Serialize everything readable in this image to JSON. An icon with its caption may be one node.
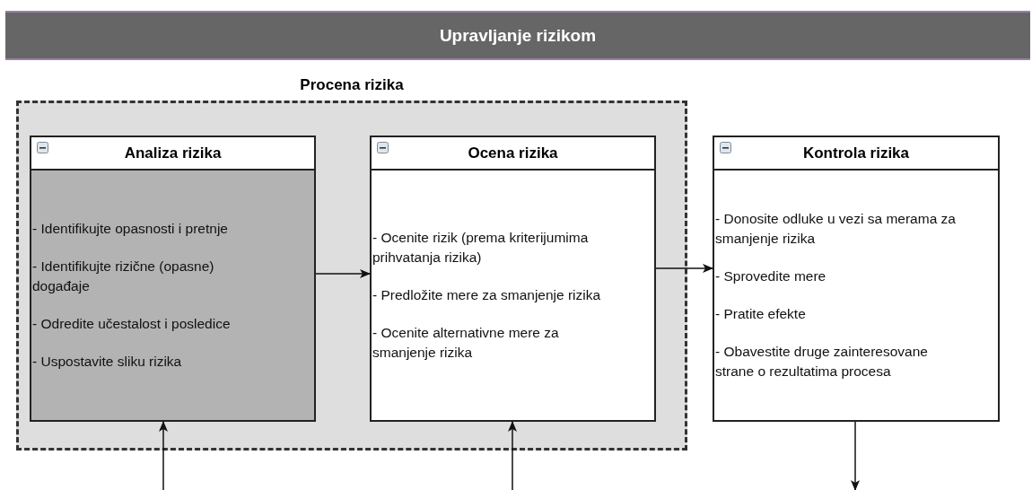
{
  "diagram": {
    "nodes": [
      {
        "text": [
          "Upravljanje rizikom"
        ]
      },
      {
        "text": [
          "Procena rizika"
        ]
      },
      {
        "text": [
          "Analiza rizika",
          "- Identifikujte opasnosti i pretnje",
          "- Identifikujte rizične (opasne) događaje",
          "- Odredite učestalost i posledice",
          "- Uspostavite sliku rizika"
        ],
        "in": 1
      },
      {
        "text": [
          "Ocena rizika",
          "- Ocenite rizik (prema kriterijumima prihvatanja rizika)",
          "- Predložite mere za smanjenje rizika",
          "- Ocenite alternativne mere za smanjenje rizika"
        ],
        "in": 1
      },
      {
        "text": [
          "Kontrola rizika",
          "- Donosite odluke u vezi sa merama za smanjenje rizika",
          "- Sprovedite mere",
          "- Pratite efekte",
          "- Obavestite druge zainteresovane strane o rezultatima procesa"
        ]
      }
    ],
    "edges": [
      {
        "from": 2,
        "to": 3,
        "arrow": "to"
      },
      {
        "from": 3,
        "to": 4,
        "arrow": "to"
      },
      {
        "from": null,
        "to": 2,
        "arrow": "to"
      },
      {
        "from": null,
        "to": 3,
        "arrow": "to"
      },
      {
        "from": 4,
        "to": null,
        "arrow": "to"
      }
    ]
  }
}
